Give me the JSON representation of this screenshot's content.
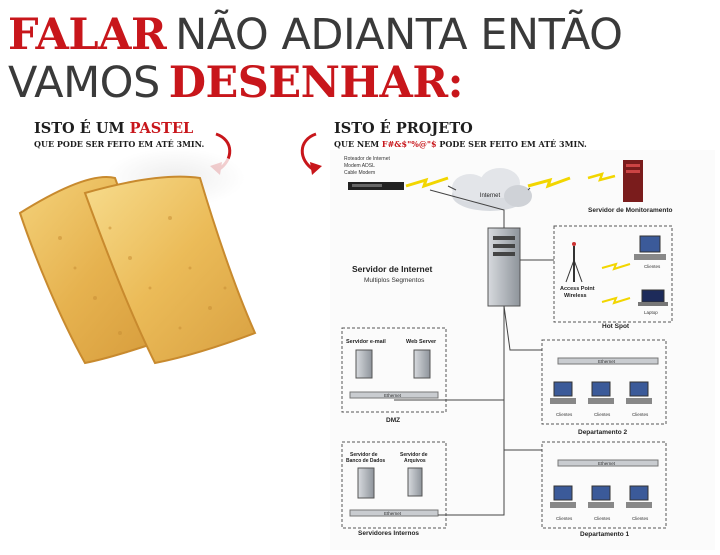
{
  "headline": {
    "line1_bold": "FALAR",
    "line1_light": "NÃO ADIANTA ENTÃO",
    "line2_light": "VAMOS",
    "line2_bold": "DESENHAR:"
  },
  "left_caption": {
    "main_prefix": "ISTO É UM",
    "main_highlight": "PASTEL",
    "sub": "QUE PODE SER FEITO EM ATÉ 3MIN."
  },
  "right_caption": {
    "main": "ISTO É PROJETO",
    "sub_prefix": "QUE NEM",
    "sub_highlight": "F#&$\"%@\"$",
    "sub_suffix": "PODE SER FEITO EM ATÉ 3MIN."
  },
  "diagram": {
    "router_label_1": "Roteador de Internet",
    "router_label_2": "Modem ADSL",
    "router_label_3": "Cable Modem",
    "internet": "Internet",
    "monitoring_server": "Servidor de Monitoramento",
    "internet_server_title": "Servidor de Internet",
    "internet_server_sub": "Multiplos Segmentos",
    "access_point": "Access Point",
    "wireless": "Wireless",
    "clientes": "Clientes",
    "laptop": "Laptop",
    "hotspot": "Hot Spot",
    "email_server": "Servidor e-mail",
    "web_server": "Web Server",
    "ethernet": "Ethernet",
    "dmz": "DMZ",
    "db_server_1": "Servidor de",
    "db_server_2": "Banco de Dados",
    "file_server_1": "Servidor de",
    "file_server_2": "Arquivos",
    "internal_servers": "Servidores Internos",
    "dept2": "Departamento 2",
    "dept1": "Departamento 1"
  },
  "colors": {
    "accent_red": "#c8161b",
    "text_dark": "#1e1e1e",
    "lightning_yellow": "#f2d600"
  }
}
